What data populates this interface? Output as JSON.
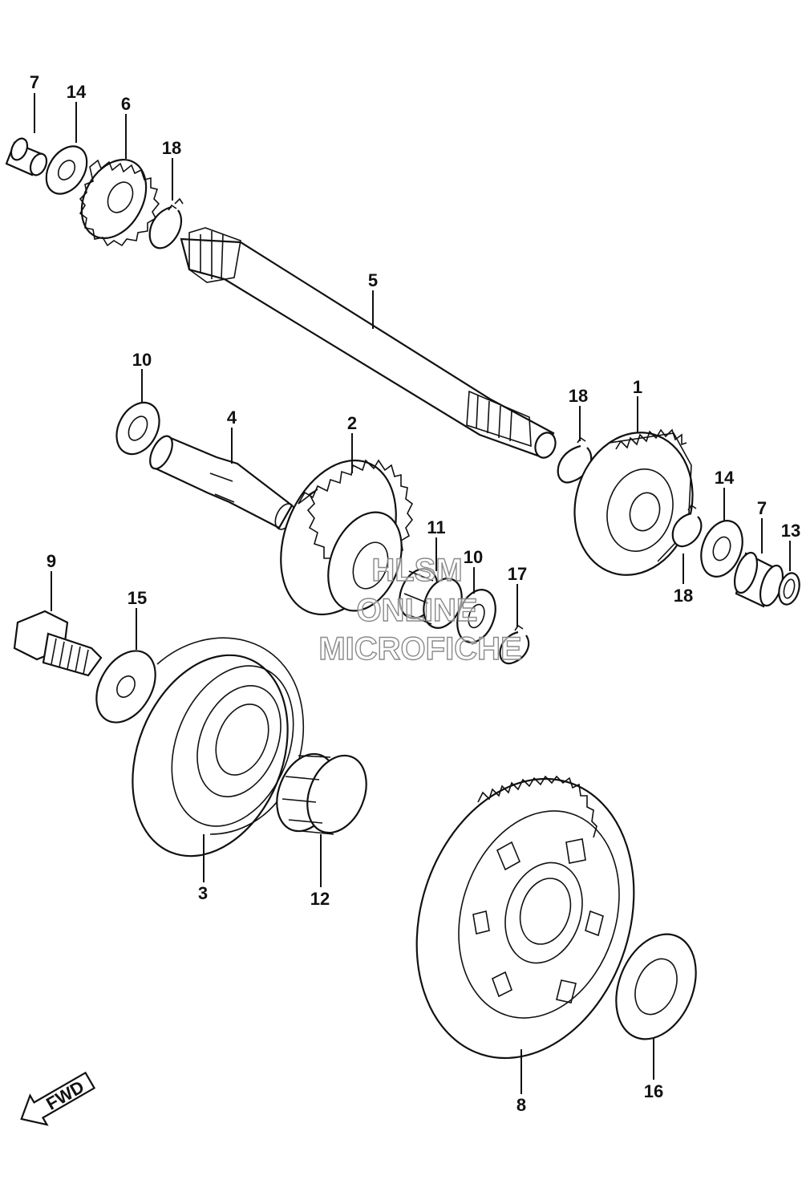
{
  "diagram": {
    "labels": {
      "p1": "1",
      "p2": "2",
      "p3": "3",
      "p4": "4",
      "p5": "5",
      "p6": "6",
      "p7a": "7",
      "p7b": "7",
      "p8": "8",
      "p9": "9",
      "p10a": "10",
      "p10b": "10",
      "p11": "11",
      "p12": "12",
      "p13": "13",
      "p14a": "14",
      "p14b": "14",
      "p15": "15",
      "p16": "16",
      "p17": "17",
      "p18a": "18",
      "p18b": "18",
      "p18c": "18"
    },
    "watermark": {
      "line1": "HLSM",
      "line2": "ONLINE",
      "line3": "MICROFICHE"
    },
    "direction_badge": "FWD"
  }
}
